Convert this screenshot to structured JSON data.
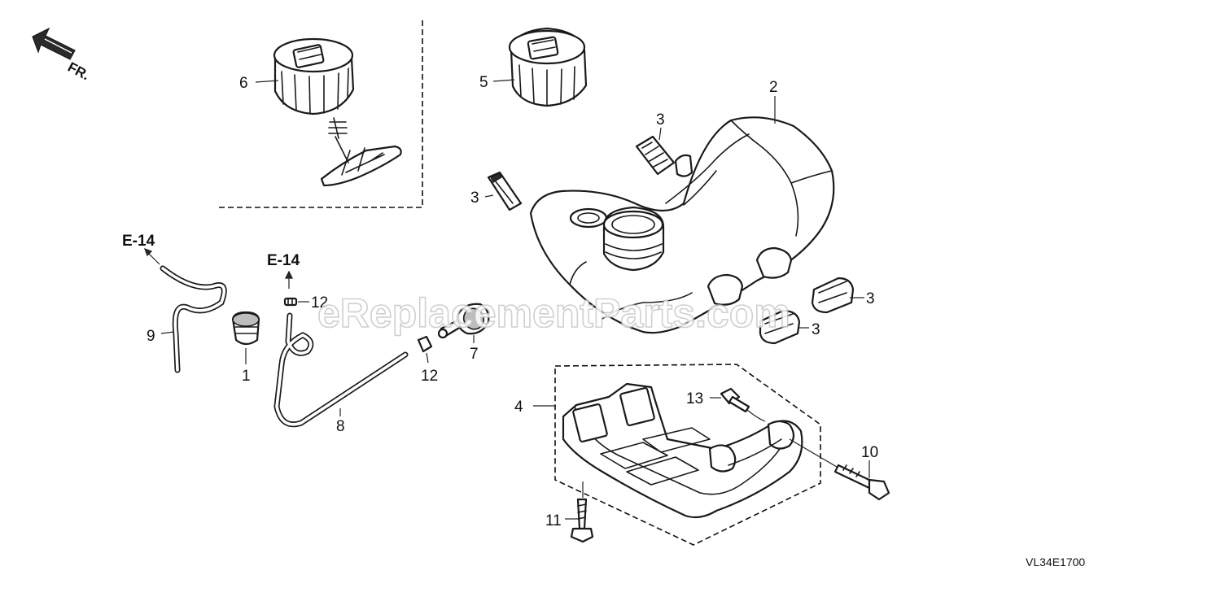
{
  "direction_label": "FR.",
  "diagram_code": "VL34E1700",
  "watermark": "eReplacementParts.com",
  "references": {
    "upper": "E-14",
    "lower": "E-14"
  },
  "callouts": {
    "cap_strap": "6",
    "fuel_cap": "5",
    "fuel_tank": "2",
    "grommet_top": "3",
    "grommet_left": "3",
    "grommet_right_upper": "3",
    "grommet_right_lower": "3",
    "breather_tube": "9",
    "tank_plug": "1",
    "clamp_upper": "12",
    "clamp_lower": "12",
    "fuel_filter": "7",
    "fuel_tube": "8",
    "tank_guard": "4",
    "bolt_13": "13",
    "bolt_10": "10",
    "bolt_11": "11"
  }
}
